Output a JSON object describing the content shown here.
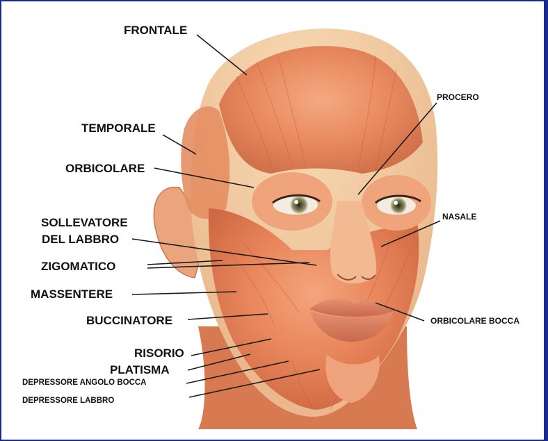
{
  "labels": {
    "frontale": "FRONTALE",
    "temporale": "TEMPORALE",
    "orbicolare": "ORBICOLARE",
    "sollevatore_1": "SOLLEVATORE",
    "sollevatore_2": "DEL LABBRO",
    "zigomatico": "ZIGOMATICO",
    "massentere": "MASSENTERE",
    "buccinatore": "BUCCINATORE",
    "risorio": "RISORIO",
    "platisma": "PLATISMA",
    "depressore_angolo_bocca": "DEPRESSORE ANGOLO BOCCA",
    "depressore_labbro": "DEPRESSORE LABBRO",
    "procero": "PROCERO",
    "nasale": "NASALE",
    "orbicolare_bocca": "ORBICOLARE BOCCA"
  },
  "colors": {
    "frame_border": "#1a2a8c",
    "muscle_light": "#f2b98e",
    "muscle_mid": "#e8875d",
    "muscle_dark": "#c9593a",
    "skin": "#f5cf9f",
    "leader_line": "#1a1a1a"
  }
}
